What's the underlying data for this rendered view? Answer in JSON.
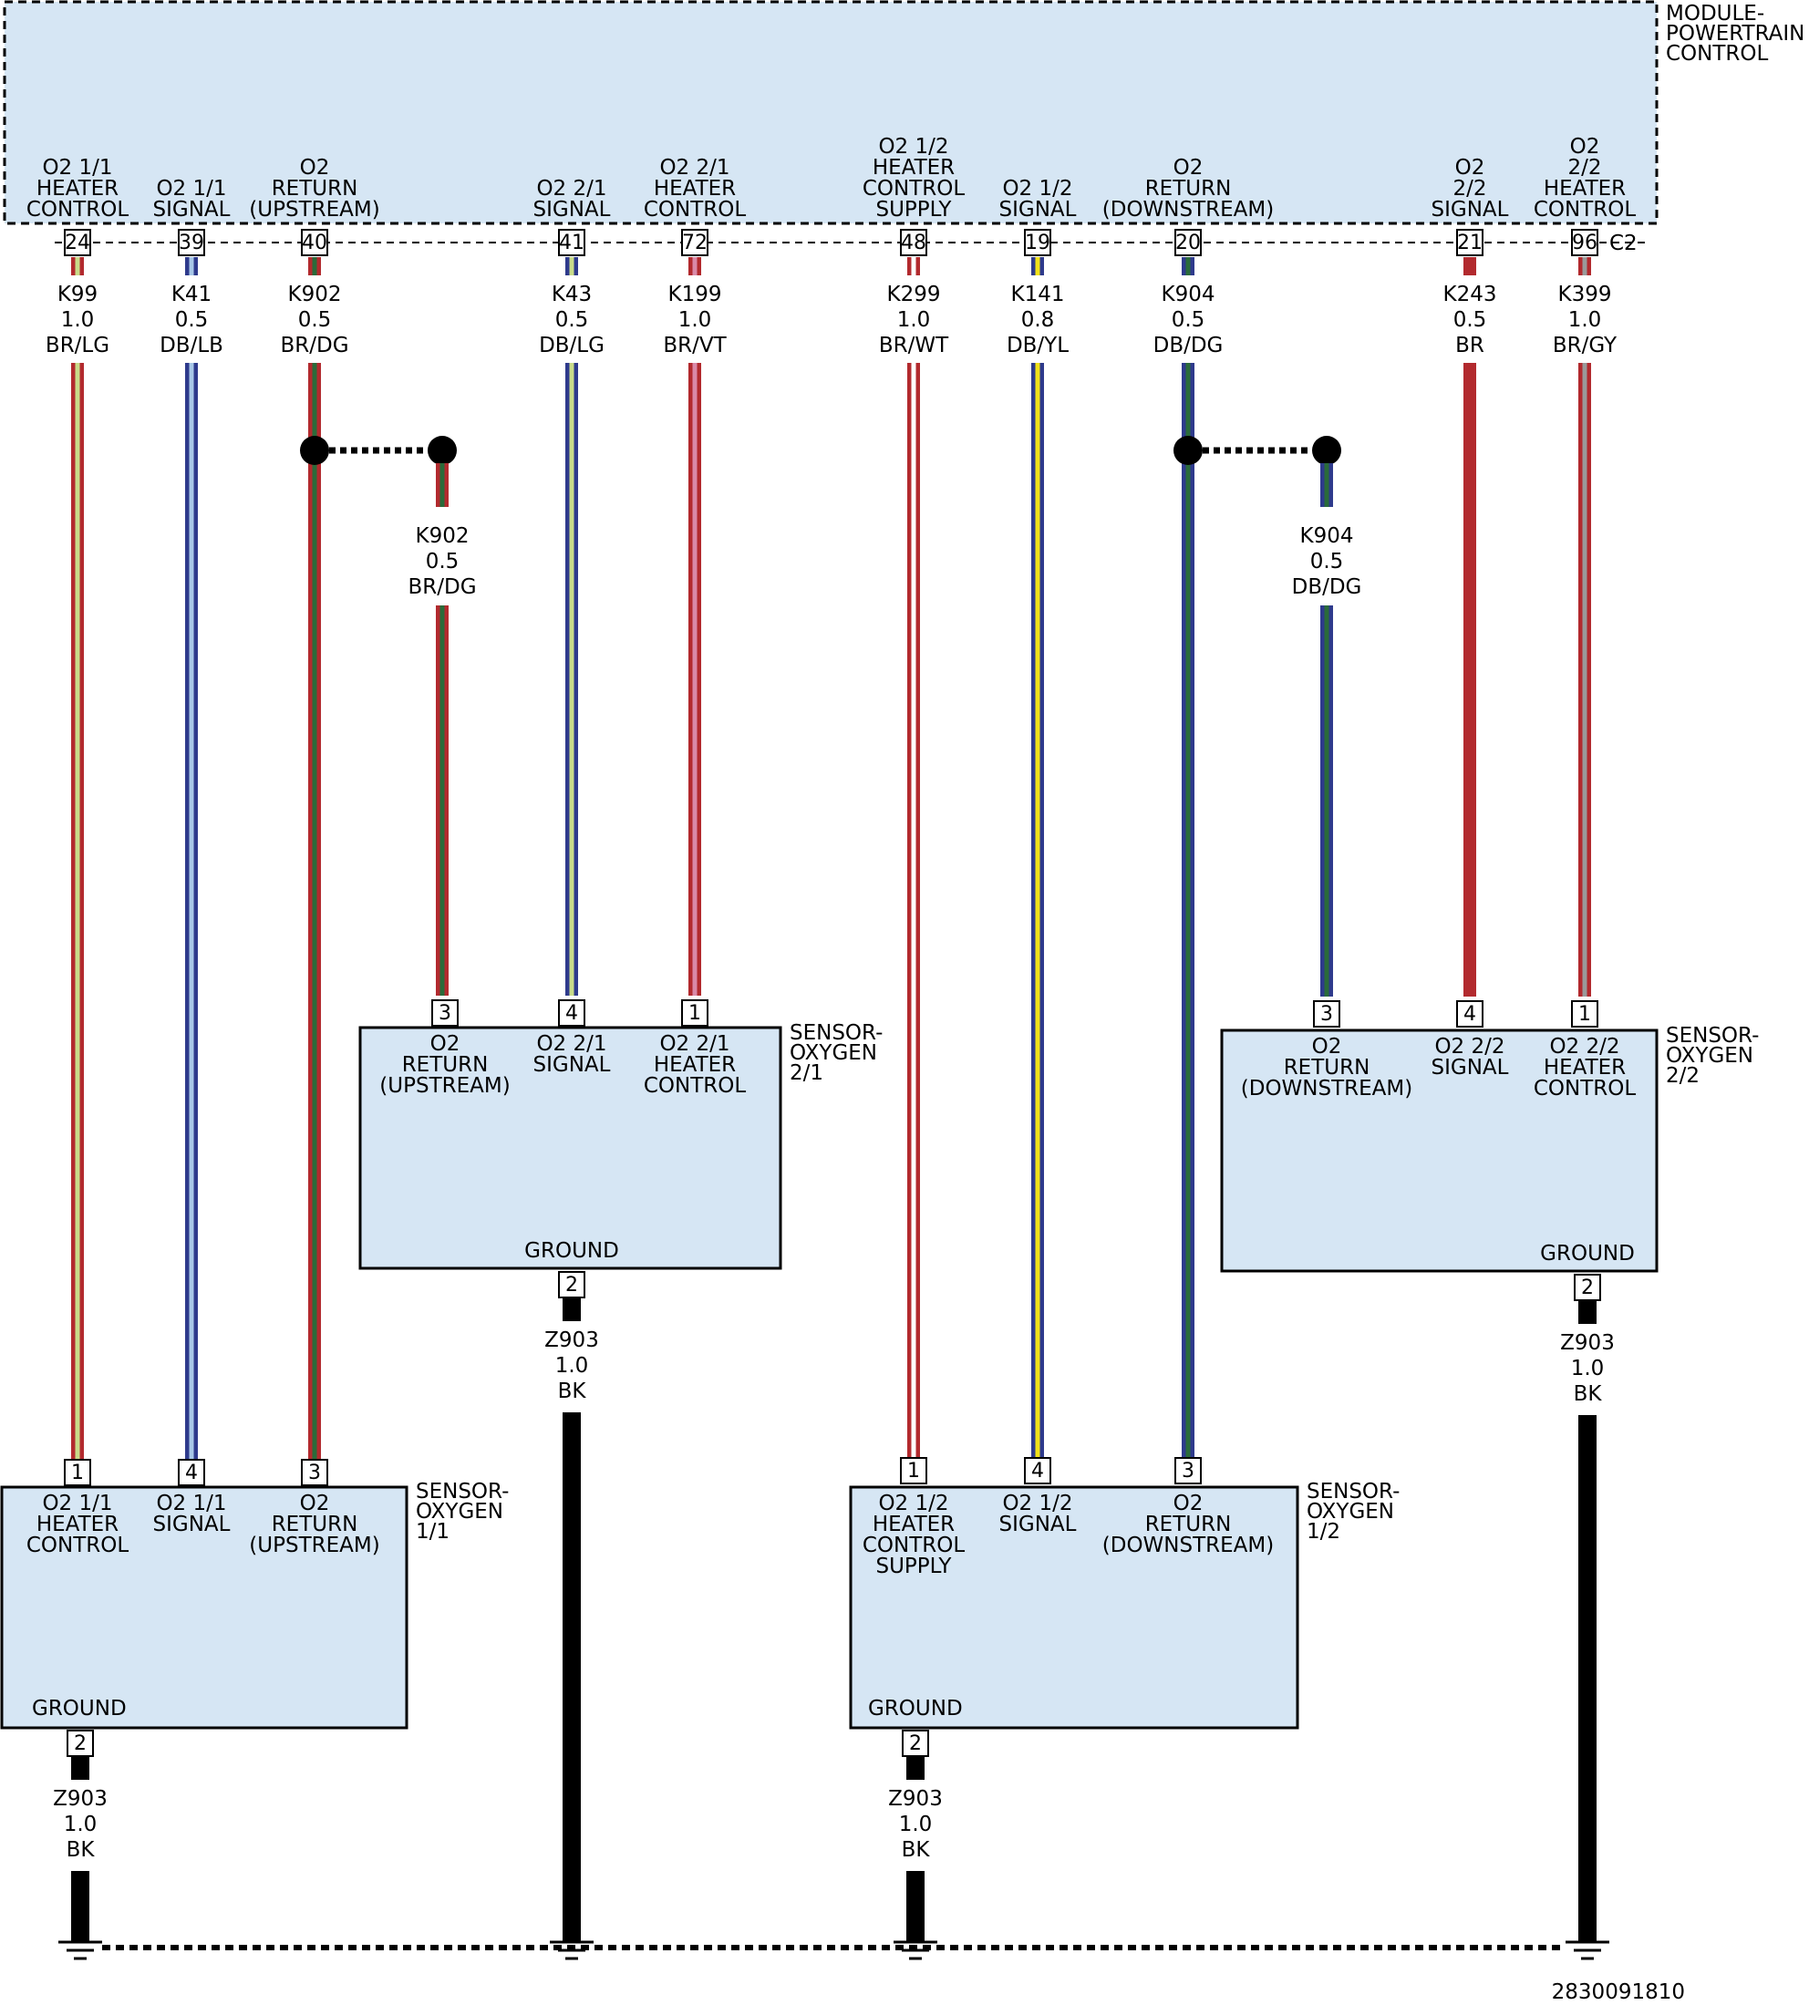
{
  "colors": {
    "module_fill": "#d6e6f4",
    "sensor_fill": "#d6e6f4",
    "BR": "#b22a2e",
    "LG": "#c9dc8a",
    "DB": "#2e3a8c",
    "LB": "#a8c8e8",
    "DG": "#2a6b3a",
    "VT": "#d98aa8",
    "WT": "#ffffff",
    "YL": "#f2e21a",
    "GY": "#9a9a9a",
    "BK": "#000000"
  },
  "module": {
    "name_lines": [
      "MODULE-",
      "POWERTRAIN",
      "CONTROL"
    ],
    "connector": "C2"
  },
  "module_pins": [
    {
      "pin": "24",
      "lines": [
        "O2 1/1",
        "HEATER",
        "CONTROL"
      ]
    },
    {
      "pin": "39",
      "lines": [
        "O2 1/1",
        "SIGNAL"
      ]
    },
    {
      "pin": "40",
      "lines": [
        "O2",
        "RETURN",
        "(UPSTREAM)"
      ]
    },
    {
      "pin": "41",
      "lines": [
        "O2 2/1",
        "SIGNAL"
      ]
    },
    {
      "pin": "72",
      "lines": [
        "O2 2/1",
        "HEATER",
        "CONTROL"
      ]
    },
    {
      "pin": "48",
      "lines": [
        "O2 1/2",
        "HEATER",
        "CONTROL",
        "SUPPLY"
      ]
    },
    {
      "pin": "19",
      "lines": [
        "O2 1/2",
        "SIGNAL"
      ]
    },
    {
      "pin": "20",
      "lines": [
        "O2",
        "RETURN",
        "(DOWNSTREAM)"
      ]
    },
    {
      "pin": "21",
      "lines": [
        "O2",
        "2/2",
        "SIGNAL"
      ]
    },
    {
      "pin": "96",
      "lines": [
        "O2",
        "2/2",
        "HEATER",
        "CONTROL"
      ]
    }
  ],
  "wires": [
    {
      "circuit": "K99",
      "gauge": "1.0",
      "color": "BR/LG",
      "base": "BR",
      "stripe": "LG"
    },
    {
      "circuit": "K41",
      "gauge": "0.5",
      "color": "DB/LB",
      "base": "DB",
      "stripe": "LB"
    },
    {
      "circuit": "K902",
      "gauge": "0.5",
      "color": "BR/DG",
      "base": "BR",
      "stripe": "DG"
    },
    {
      "circuit": "K43",
      "gauge": "0.5",
      "color": "DB/LG",
      "base": "DB",
      "stripe": "LG"
    },
    {
      "circuit": "K199",
      "gauge": "1.0",
      "color": "BR/VT",
      "base": "BR",
      "stripe": "VT"
    },
    {
      "circuit": "K299",
      "gauge": "1.0",
      "color": "BR/WT",
      "base": "BR",
      "stripe": "WT"
    },
    {
      "circuit": "K141",
      "gauge": "0.8",
      "color": "DB/YL",
      "base": "DB",
      "stripe": "YL"
    },
    {
      "circuit": "K904",
      "gauge": "0.5",
      "color": "DB/DG",
      "base": "DB",
      "stripe": "DG"
    },
    {
      "circuit": "K243",
      "gauge": "0.5",
      "color": "BR",
      "base": "BR",
      "stripe": ""
    },
    {
      "circuit": "K399",
      "gauge": "1.0",
      "color": "BR/GY",
      "base": "BR",
      "stripe": "GY"
    }
  ],
  "splice_wires": [
    {
      "circuit": "K902",
      "gauge": "0.5",
      "color": "BR/DG"
    },
    {
      "circuit": "K904",
      "gauge": "0.5",
      "color": "DB/DG"
    }
  ],
  "sensors": [
    {
      "name_lines": [
        "SENSOR-",
        "OXYGEN",
        "1/1"
      ],
      "ground_label": "GROUND",
      "ground_pin": "2",
      "pins": [
        {
          "pin": "1",
          "lines": [
            "O2 1/1",
            "HEATER",
            "CONTROL"
          ]
        },
        {
          "pin": "4",
          "lines": [
            "O2 1/1",
            "SIGNAL"
          ]
        },
        {
          "pin": "3",
          "lines": [
            "O2",
            "RETURN",
            "(UPSTREAM)"
          ]
        }
      ]
    },
    {
      "name_lines": [
        "SENSOR-",
        "OXYGEN",
        "2/1"
      ],
      "ground_label": "GROUND",
      "ground_pin": "2",
      "pins": [
        {
          "pin": "3",
          "lines": [
            "O2",
            "RETURN",
            "(UPSTREAM)"
          ]
        },
        {
          "pin": "4",
          "lines": [
            "O2 2/1",
            "SIGNAL"
          ]
        },
        {
          "pin": "1",
          "lines": [
            "O2 2/1",
            "HEATER",
            "CONTROL"
          ]
        }
      ]
    },
    {
      "name_lines": [
        "SENSOR-",
        "OXYGEN",
        "1/2"
      ],
      "ground_label": "GROUND",
      "ground_pin": "2",
      "pins": [
        {
          "pin": "1",
          "lines": [
            "O2 1/2",
            "HEATER",
            "CONTROL",
            "SUPPLY"
          ]
        },
        {
          "pin": "4",
          "lines": [
            "O2 1/2",
            "SIGNAL"
          ]
        },
        {
          "pin": "3",
          "lines": [
            "O2",
            "RETURN",
            "(DOWNSTREAM)"
          ]
        }
      ]
    },
    {
      "name_lines": [
        "SENSOR-",
        "OXYGEN",
        "2/2"
      ],
      "ground_label": "GROUND",
      "ground_pin": "2",
      "pins": [
        {
          "pin": "3",
          "lines": [
            "O2",
            "RETURN",
            "(DOWNSTREAM)"
          ]
        },
        {
          "pin": "4",
          "lines": [
            "O2 2/2",
            "SIGNAL"
          ]
        },
        {
          "pin": "1",
          "lines": [
            "O2 2/2",
            "HEATER",
            "CONTROL"
          ]
        }
      ]
    }
  ],
  "ground_wires": [
    {
      "circuit": "Z903",
      "gauge": "1.0",
      "color": "BK"
    },
    {
      "circuit": "Z903",
      "gauge": "1.0",
      "color": "BK"
    },
    {
      "circuit": "Z903",
      "gauge": "1.0",
      "color": "BK"
    },
    {
      "circuit": "Z903",
      "gauge": "1.0",
      "color": "BK"
    }
  ],
  "figure_id": "2830091810"
}
